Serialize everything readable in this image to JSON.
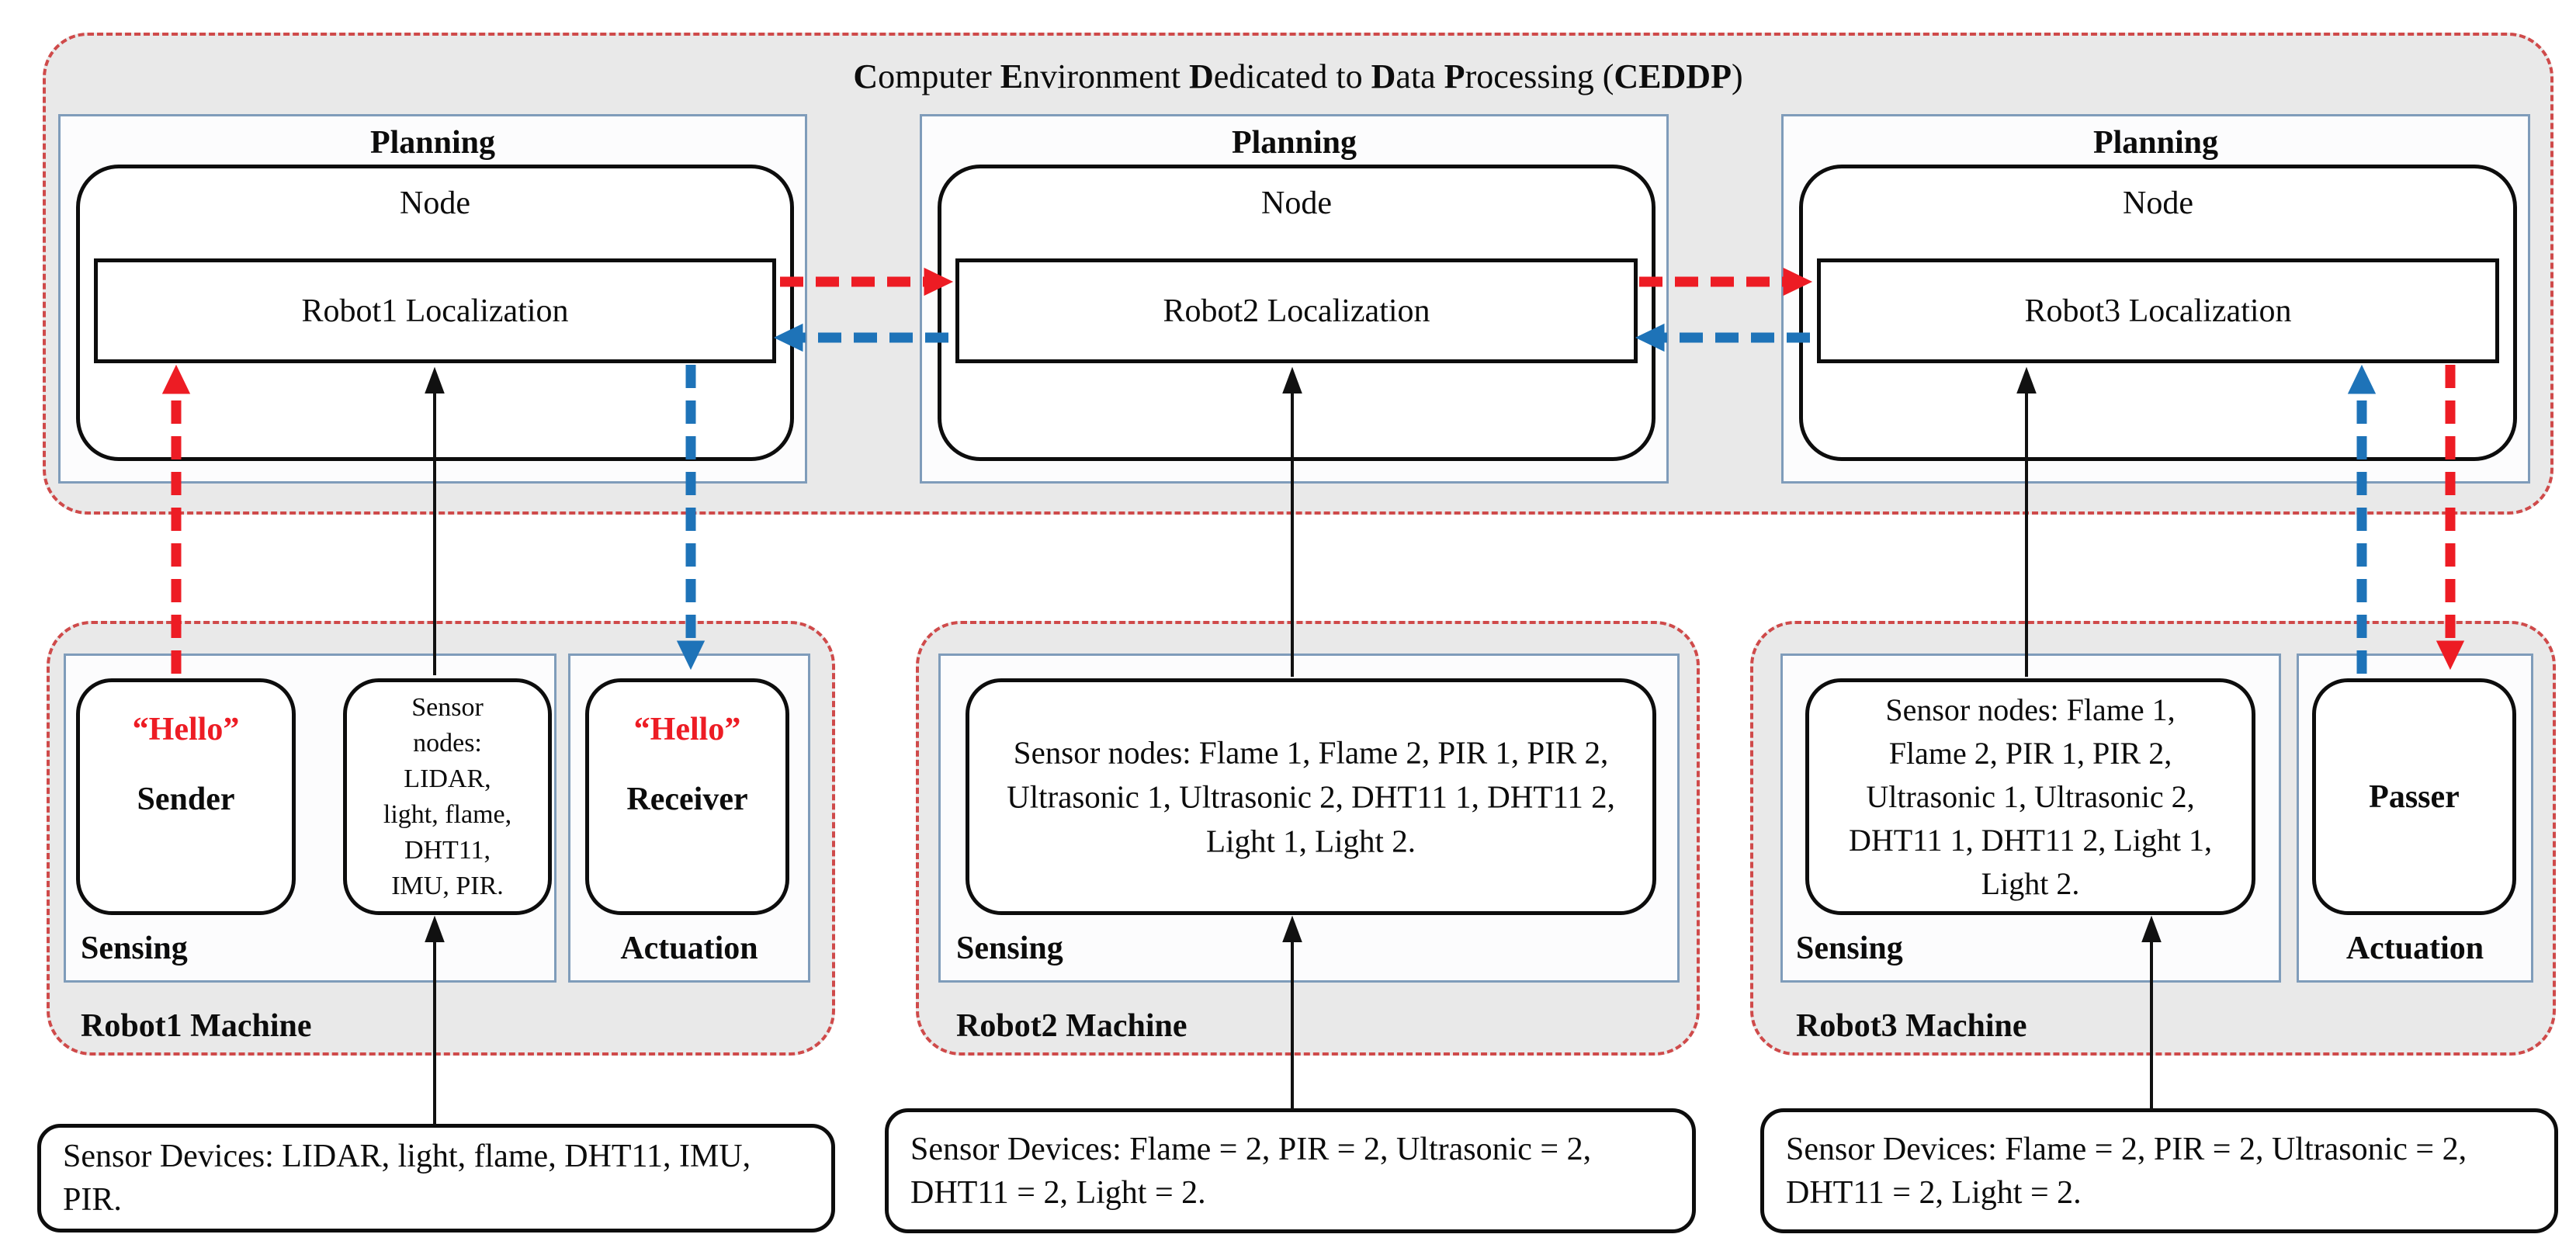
{
  "colors": {
    "arrow_red": "#ed1c24",
    "arrow_blue": "#1e73b8",
    "arrow_black": "#111111",
    "dashed_border_red": "#cf4a4a",
    "panel_border_blue_gray": "#7f9cba",
    "container_gray": "#e9e9e9",
    "hello_red": "#ed1c24"
  },
  "ceddp": {
    "title": "Computer Environment Dedicated to Data Processing (CEDDP)",
    "title_parts": [
      {
        "text": "C",
        "bold": true
      },
      {
        "text": "omputer ",
        "bold": false
      },
      {
        "text": "E",
        "bold": true
      },
      {
        "text": "nvironment ",
        "bold": false
      },
      {
        "text": "D",
        "bold": true
      },
      {
        "text": "edicated to ",
        "bold": false
      },
      {
        "text": "D",
        "bold": true
      },
      {
        "text": "ata ",
        "bold": false
      },
      {
        "text": "P",
        "bold": true
      },
      {
        "text": "rocessing (",
        "bold": false
      },
      {
        "text": "CEDDP",
        "bold": true
      },
      {
        "text": ")",
        "bold": false
      }
    ]
  },
  "planning": [
    {
      "label": "Planning",
      "node": "Node",
      "localization": "Robot1 Localization"
    },
    {
      "label": "Planning",
      "node": "Node",
      "localization": "Robot2 Localization"
    },
    {
      "label": "Planning",
      "node": "Node",
      "localization": "Robot3 Localization"
    }
  ],
  "machines": [
    {
      "name": "Robot1 Machine",
      "sensing": "Sensing",
      "actuation": "Actuation",
      "sender_hello": "“Hello”",
      "sender": "Sender",
      "sensor_nodes": "Sensor\nnodes:\nLIDAR,\nlight, flame,\nDHT11,\nIMU, PIR.",
      "receiver_hello": "“Hello”",
      "receiver": "Receiver"
    },
    {
      "name": "Robot2 Machine",
      "sensing": "Sensing",
      "sensor_nodes": "Sensor nodes: Flame 1, Flame 2, PIR 1, PIR 2,\nUltrasonic 1, Ultrasonic 2, DHT11 1, DHT11 2,\nLight 1, Light 2."
    },
    {
      "name": "Robot3 Machine",
      "sensing": "Sensing",
      "actuation": "Actuation",
      "sensor_nodes": "Sensor nodes: Flame 1,\nFlame 2, PIR 1, PIR 2,\nUltrasonic 1, Ultrasonic 2,\nDHT11 1, DHT11 2, Light 1,\nLight 2.",
      "passer": "Passer"
    }
  ],
  "devices": [
    {
      "text": "Sensor Devices: LIDAR, light, flame, DHT11, IMU,\nPIR."
    },
    {
      "text": "Sensor Devices: Flame = 2, PIR = 2, Ultrasonic = 2,\nDHT11 = 2, Light = 2."
    },
    {
      "text": "Sensor Devices: Flame = 2, PIR = 2, Ultrasonic = 2,\nDHT11 = 2, Light = 2."
    }
  ]
}
